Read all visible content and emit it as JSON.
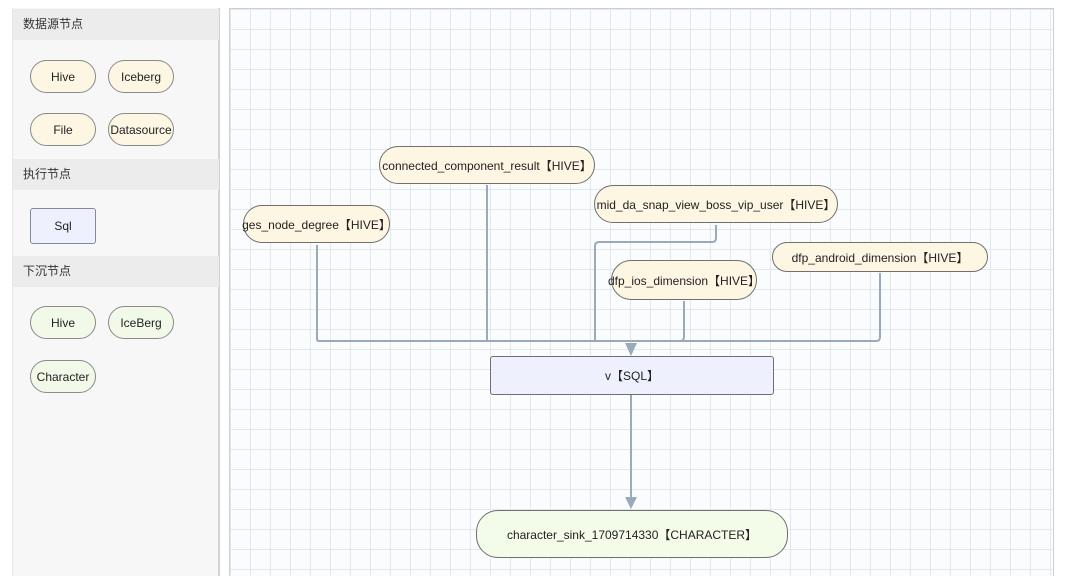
{
  "sidebar": {
    "sections": [
      {
        "title": "数据源节点",
        "items": [
          "Hive",
          "Iceberg",
          "File",
          "Datasource"
        ]
      },
      {
        "title": "执行节点",
        "items": [
          "Sql"
        ]
      },
      {
        "title": "下沉节点",
        "items": [
          "Hive",
          "IceBerg",
          "Character"
        ]
      }
    ]
  },
  "canvas": {
    "nodes": {
      "connected_component_result": "connected_component_result【HIVE】",
      "mid_da_snap": "mid_da_snap_view_boss_vip_user【HIVE】",
      "ges_node_degree": "ges_node_degree【HIVE】",
      "dfp_android": "dfp_android_dimension【HIVE】",
      "dfp_ios": "dfp_ios_dimension【HIVE】",
      "sql_v": "v【SQL】",
      "sink": "character_sink_1709714330【CHARACTER】"
    }
  },
  "colors": {
    "source_fill": "#fdf6e3",
    "sql_fill": "#eef1fd",
    "sink_fill": "#f1fae8",
    "edge": "#9aaabb"
  }
}
